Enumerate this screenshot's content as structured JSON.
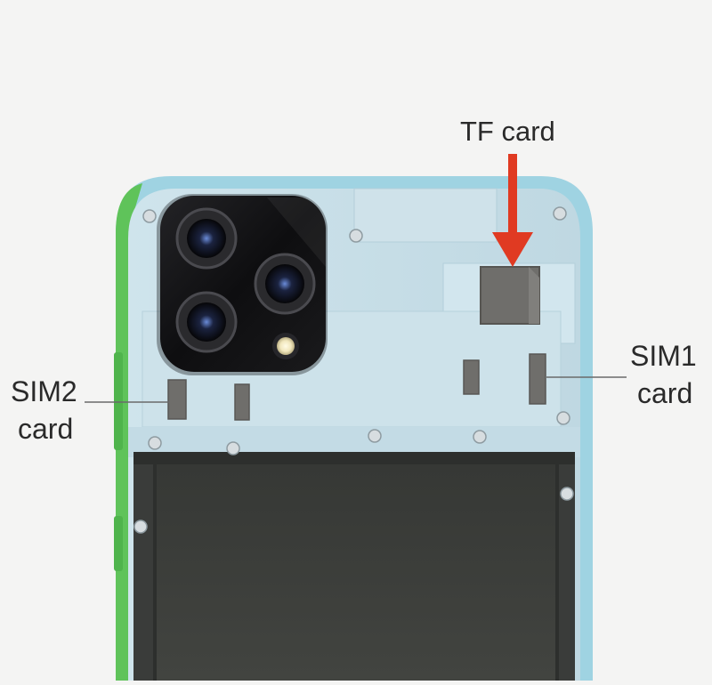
{
  "labels": {
    "tf_card": "TF card",
    "sim1_line1": "SIM1",
    "sim1_line2": "card",
    "sim2_line1": "SIM2",
    "sim2_line2": "card"
  },
  "colors": {
    "background": "#f4f4f3",
    "frame_blue": "#c6dde7",
    "frame_edge": "#8ccde0",
    "side_green": "#5fc35a",
    "camera_module": "#141416",
    "display_panel": "#3b3d3a",
    "slot_gray": "#6f6e6b",
    "arrow_red": "#e03a22",
    "leader_line": "#6a6a6a"
  },
  "icons": {
    "camera_lenses": "camera-lens-icon",
    "flash": "flash-icon",
    "arrow": "arrow-down-icon"
  }
}
